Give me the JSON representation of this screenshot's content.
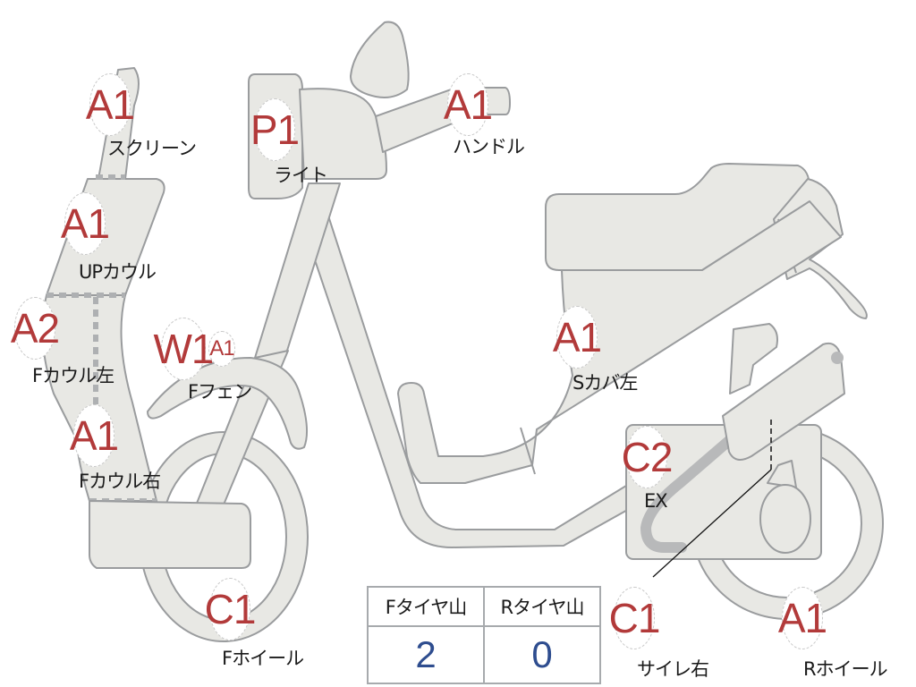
{
  "diagram": {
    "subject": "scooter-side-view",
    "colors": {
      "part_fill": "#e8e8e4",
      "part_stroke": "#9a9c9e",
      "grade_text": "#b23a3a",
      "value_text": "#2e4d8f"
    }
  },
  "parts": [
    {
      "id": "screen",
      "grade": "A1",
      "label": "スクリーン"
    },
    {
      "id": "up-cowl",
      "grade": "A1",
      "label": "UPカウル"
    },
    {
      "id": "f-cowl-left",
      "grade": "A2",
      "label": "Fカウル左"
    },
    {
      "id": "f-cowl-right",
      "grade": "A1",
      "label": "Fカウル右"
    },
    {
      "id": "light",
      "grade": "P1",
      "label": "ライト"
    },
    {
      "id": "handle",
      "grade": "A1",
      "label": "ハンドル"
    },
    {
      "id": "f-fender",
      "grade": "W1",
      "grade2": "A1",
      "label": "Fフェン"
    },
    {
      "id": "side-cover-left",
      "grade": "A1",
      "label": "Sカバ左"
    },
    {
      "id": "exhaust",
      "grade": "C2",
      "label": "EX"
    },
    {
      "id": "f-wheel",
      "grade": "C1",
      "label": "Fホイール"
    },
    {
      "id": "silencer-right",
      "grade": "C1",
      "label": "サイレ右"
    },
    {
      "id": "r-wheel",
      "grade": "A1",
      "label": "Rホイール"
    }
  ],
  "tire_table": {
    "headers": [
      "Fタイヤ山",
      "Rタイヤ山"
    ],
    "values": [
      "2",
      "0"
    ]
  }
}
